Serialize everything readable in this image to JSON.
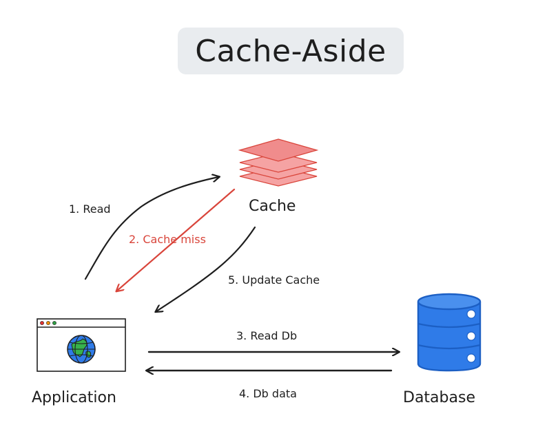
{
  "title": "Cache-Aside",
  "nodes": {
    "cache": {
      "label": "Cache",
      "icon": "stacked-layers-icon",
      "color": "#f08c8c"
    },
    "application": {
      "label": "Application",
      "icon": "browser-window-globe-icon"
    },
    "database": {
      "label": "Database",
      "icon": "database-cylinder-icon",
      "color": "#2f7be8"
    }
  },
  "edges": [
    {
      "id": "read",
      "label": "1. Read",
      "from": "Application",
      "to": "Cache",
      "color": "#1e1e1e"
    },
    {
      "id": "cache-miss",
      "label": "2. Cache miss",
      "from": "Cache",
      "to": "Application",
      "color": "#d9453b"
    },
    {
      "id": "read-db",
      "label": "3. Read Db",
      "from": "Application",
      "to": "Database",
      "color": "#1e1e1e"
    },
    {
      "id": "db-data",
      "label": "4. Db data",
      "from": "Database",
      "to": "Application",
      "color": "#1e1e1e"
    },
    {
      "id": "update-cache",
      "label": "5. Update Cache",
      "from": "Cache",
      "to": "Application",
      "color": "#1e1e1e"
    }
  ]
}
